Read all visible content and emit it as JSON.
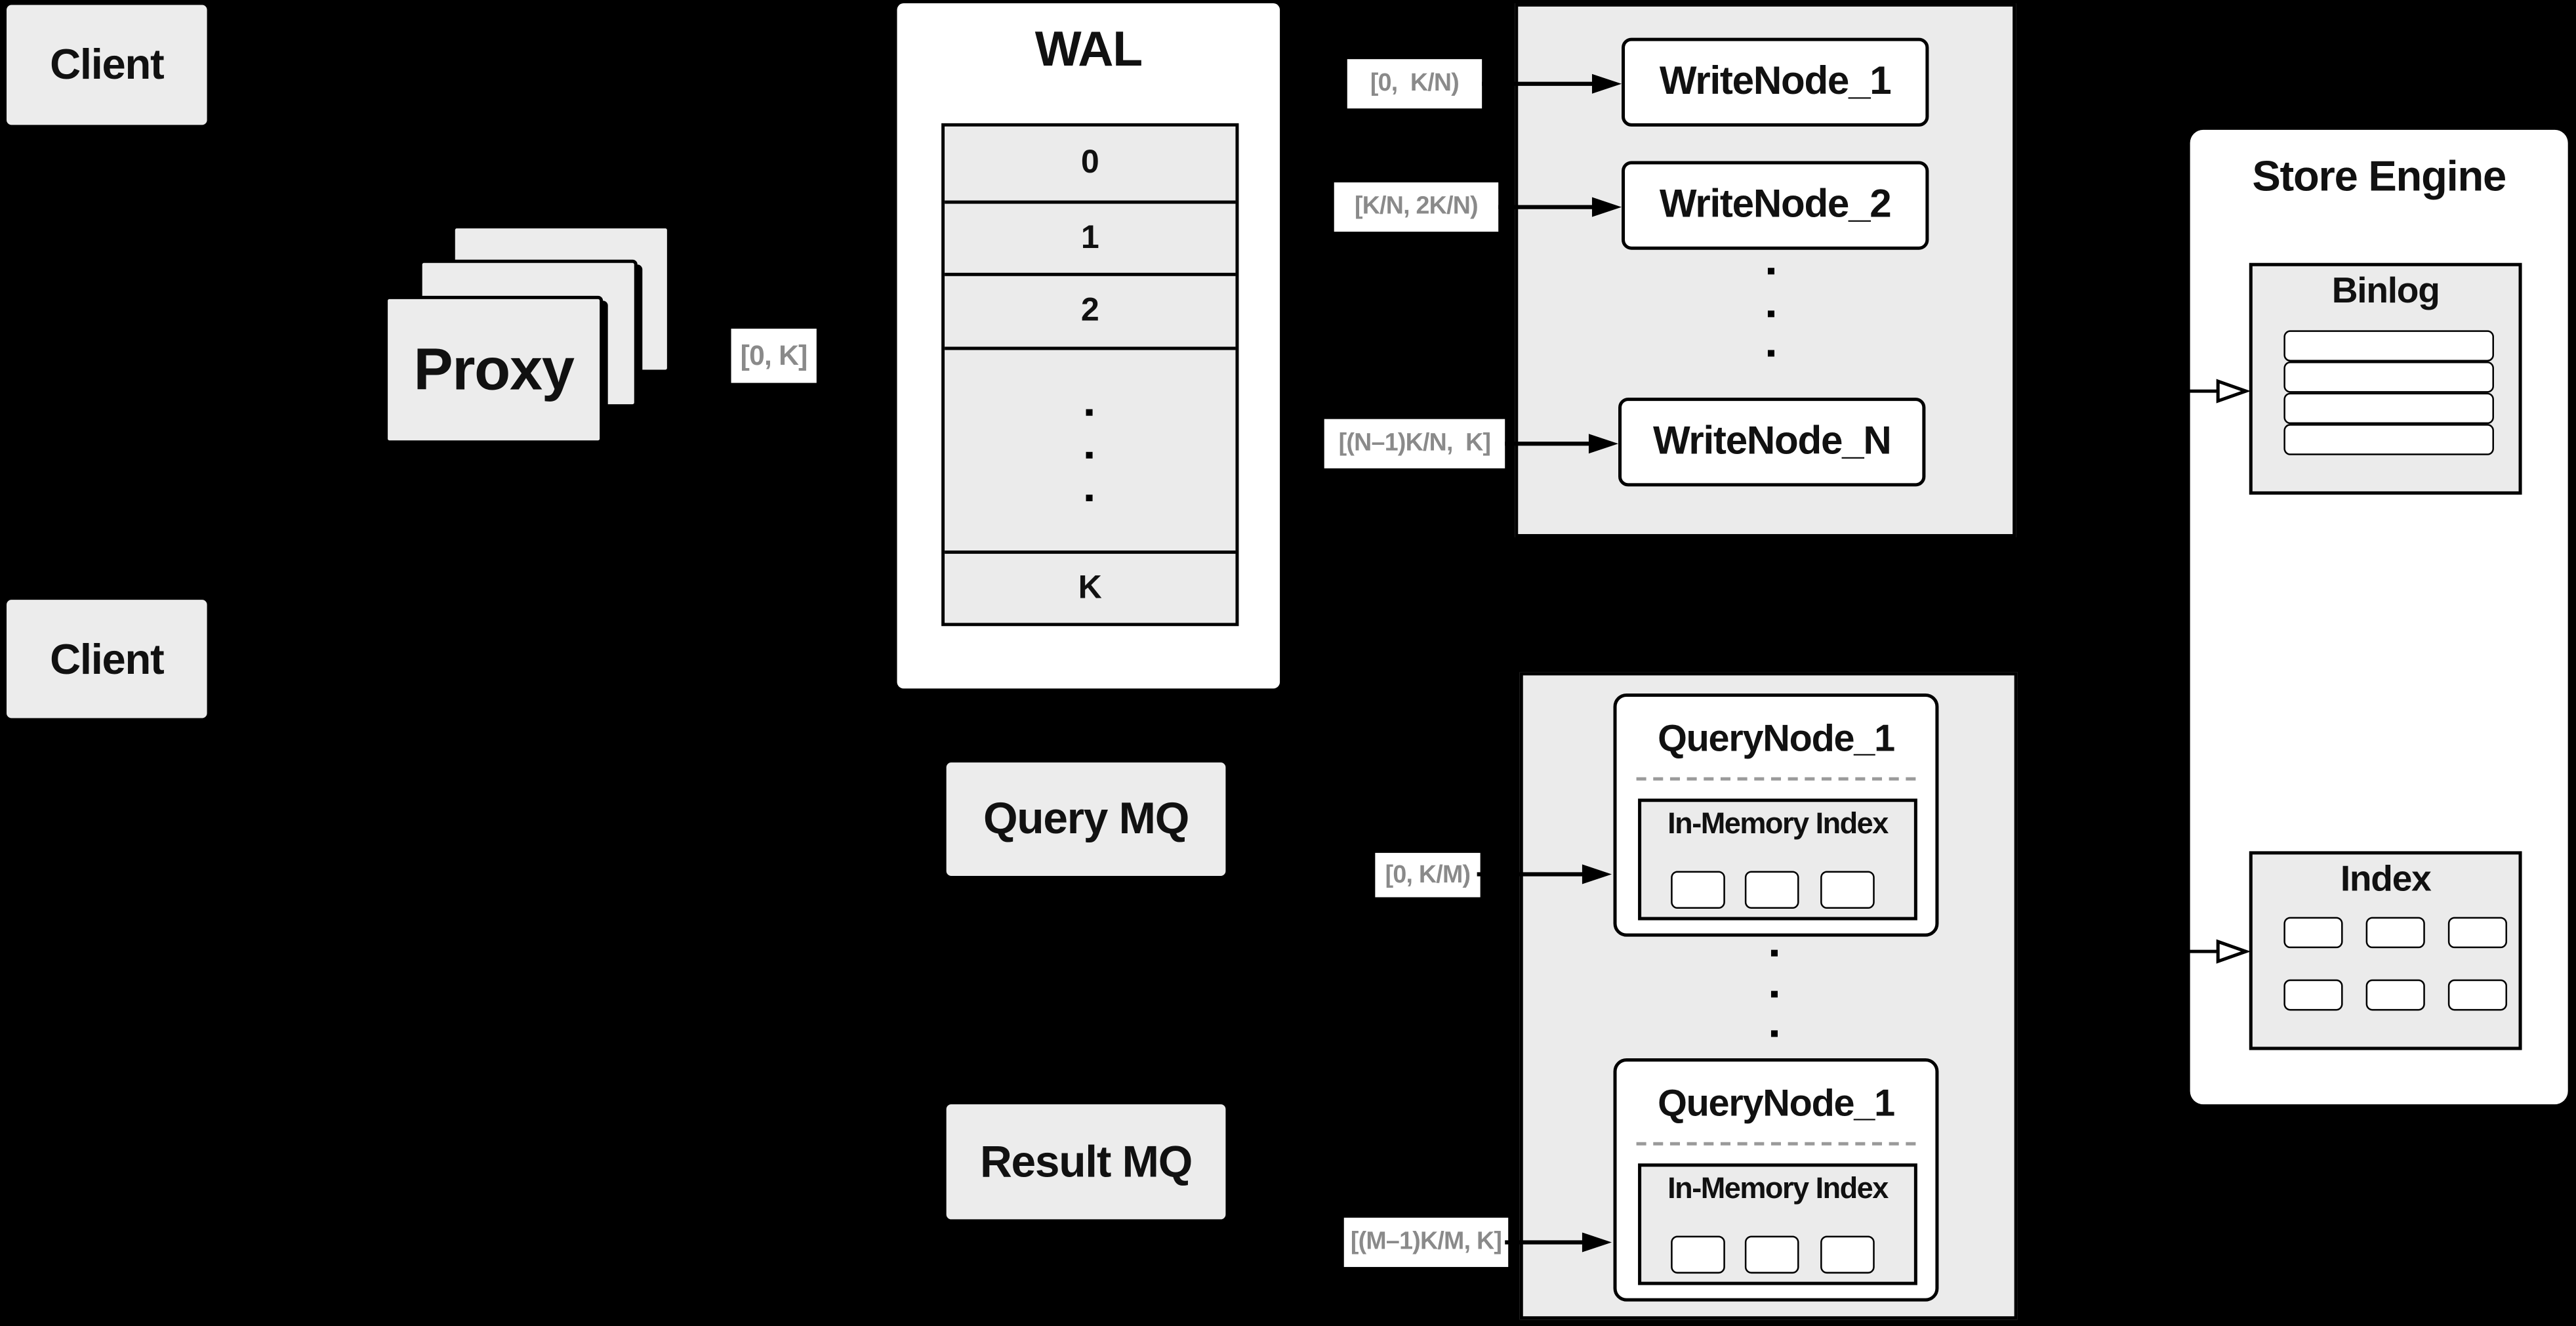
{
  "clients": {
    "top_label": "Client",
    "bottom_label": "Client"
  },
  "proxy": {
    "label": "Proxy"
  },
  "range_labels": {
    "proxy_out": "[0, K]",
    "write_node_1_in": "[0,  K/N)",
    "write_node_2_in": "[K/N, 2K/N)",
    "write_node_n_in": "[(N–1)K/N,  K]",
    "query_node_1_in": "[0, K/M)",
    "query_node_2_in": "[(M–1)K/M, K]"
  },
  "wal": {
    "title": "WAL",
    "rows": [
      "0",
      "1",
      "2",
      "K"
    ]
  },
  "write_nodes": {
    "node1": "WriteNode_1",
    "node2": "WriteNode_2",
    "nodeN": "WriteNode_N"
  },
  "store_engine": {
    "title": "Store Engine",
    "binlog_title": "Binlog",
    "index_title": "Index"
  },
  "mq": {
    "query": "Query MQ",
    "result": "Result MQ"
  },
  "query_nodes": {
    "node1_title": "QueryNode_1",
    "node2_title": "QueryNode_1",
    "inmem_title": "In-Memory Index"
  }
}
